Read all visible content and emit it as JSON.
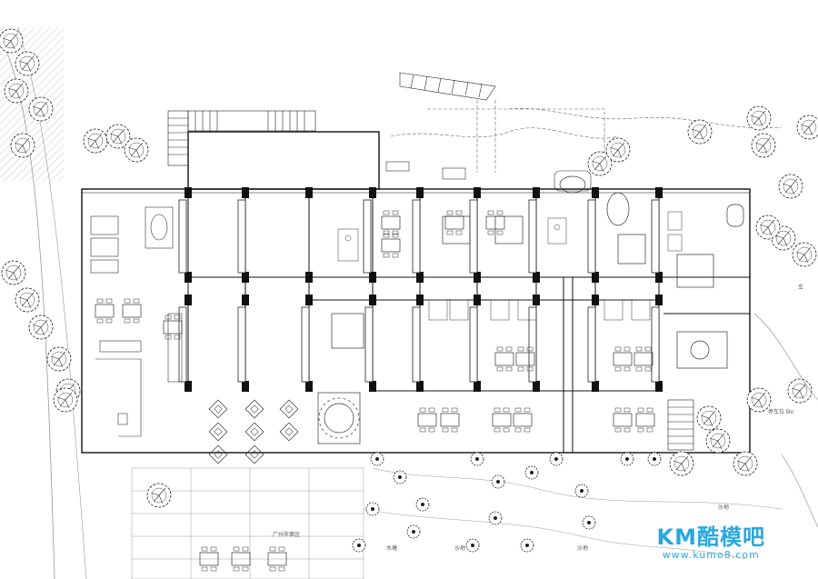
{
  "labels": {
    "north_west": "",
    "right_side": "车",
    "right_lower": "停车位 5hr",
    "bottom_center_a": "水塘",
    "bottom_center_b": "沙地",
    "bottom_center_c": "沙地",
    "bottom_right": "沙地",
    "bottom_left": "广州市第区"
  },
  "watermark": {
    "logo_text": "KM酷模吧",
    "url": "www.kumo8.com"
  },
  "colors": {
    "line": "#222222",
    "wall": "#111111",
    "hatch": "#bdbdbd",
    "watermark": "#29a8e0"
  }
}
